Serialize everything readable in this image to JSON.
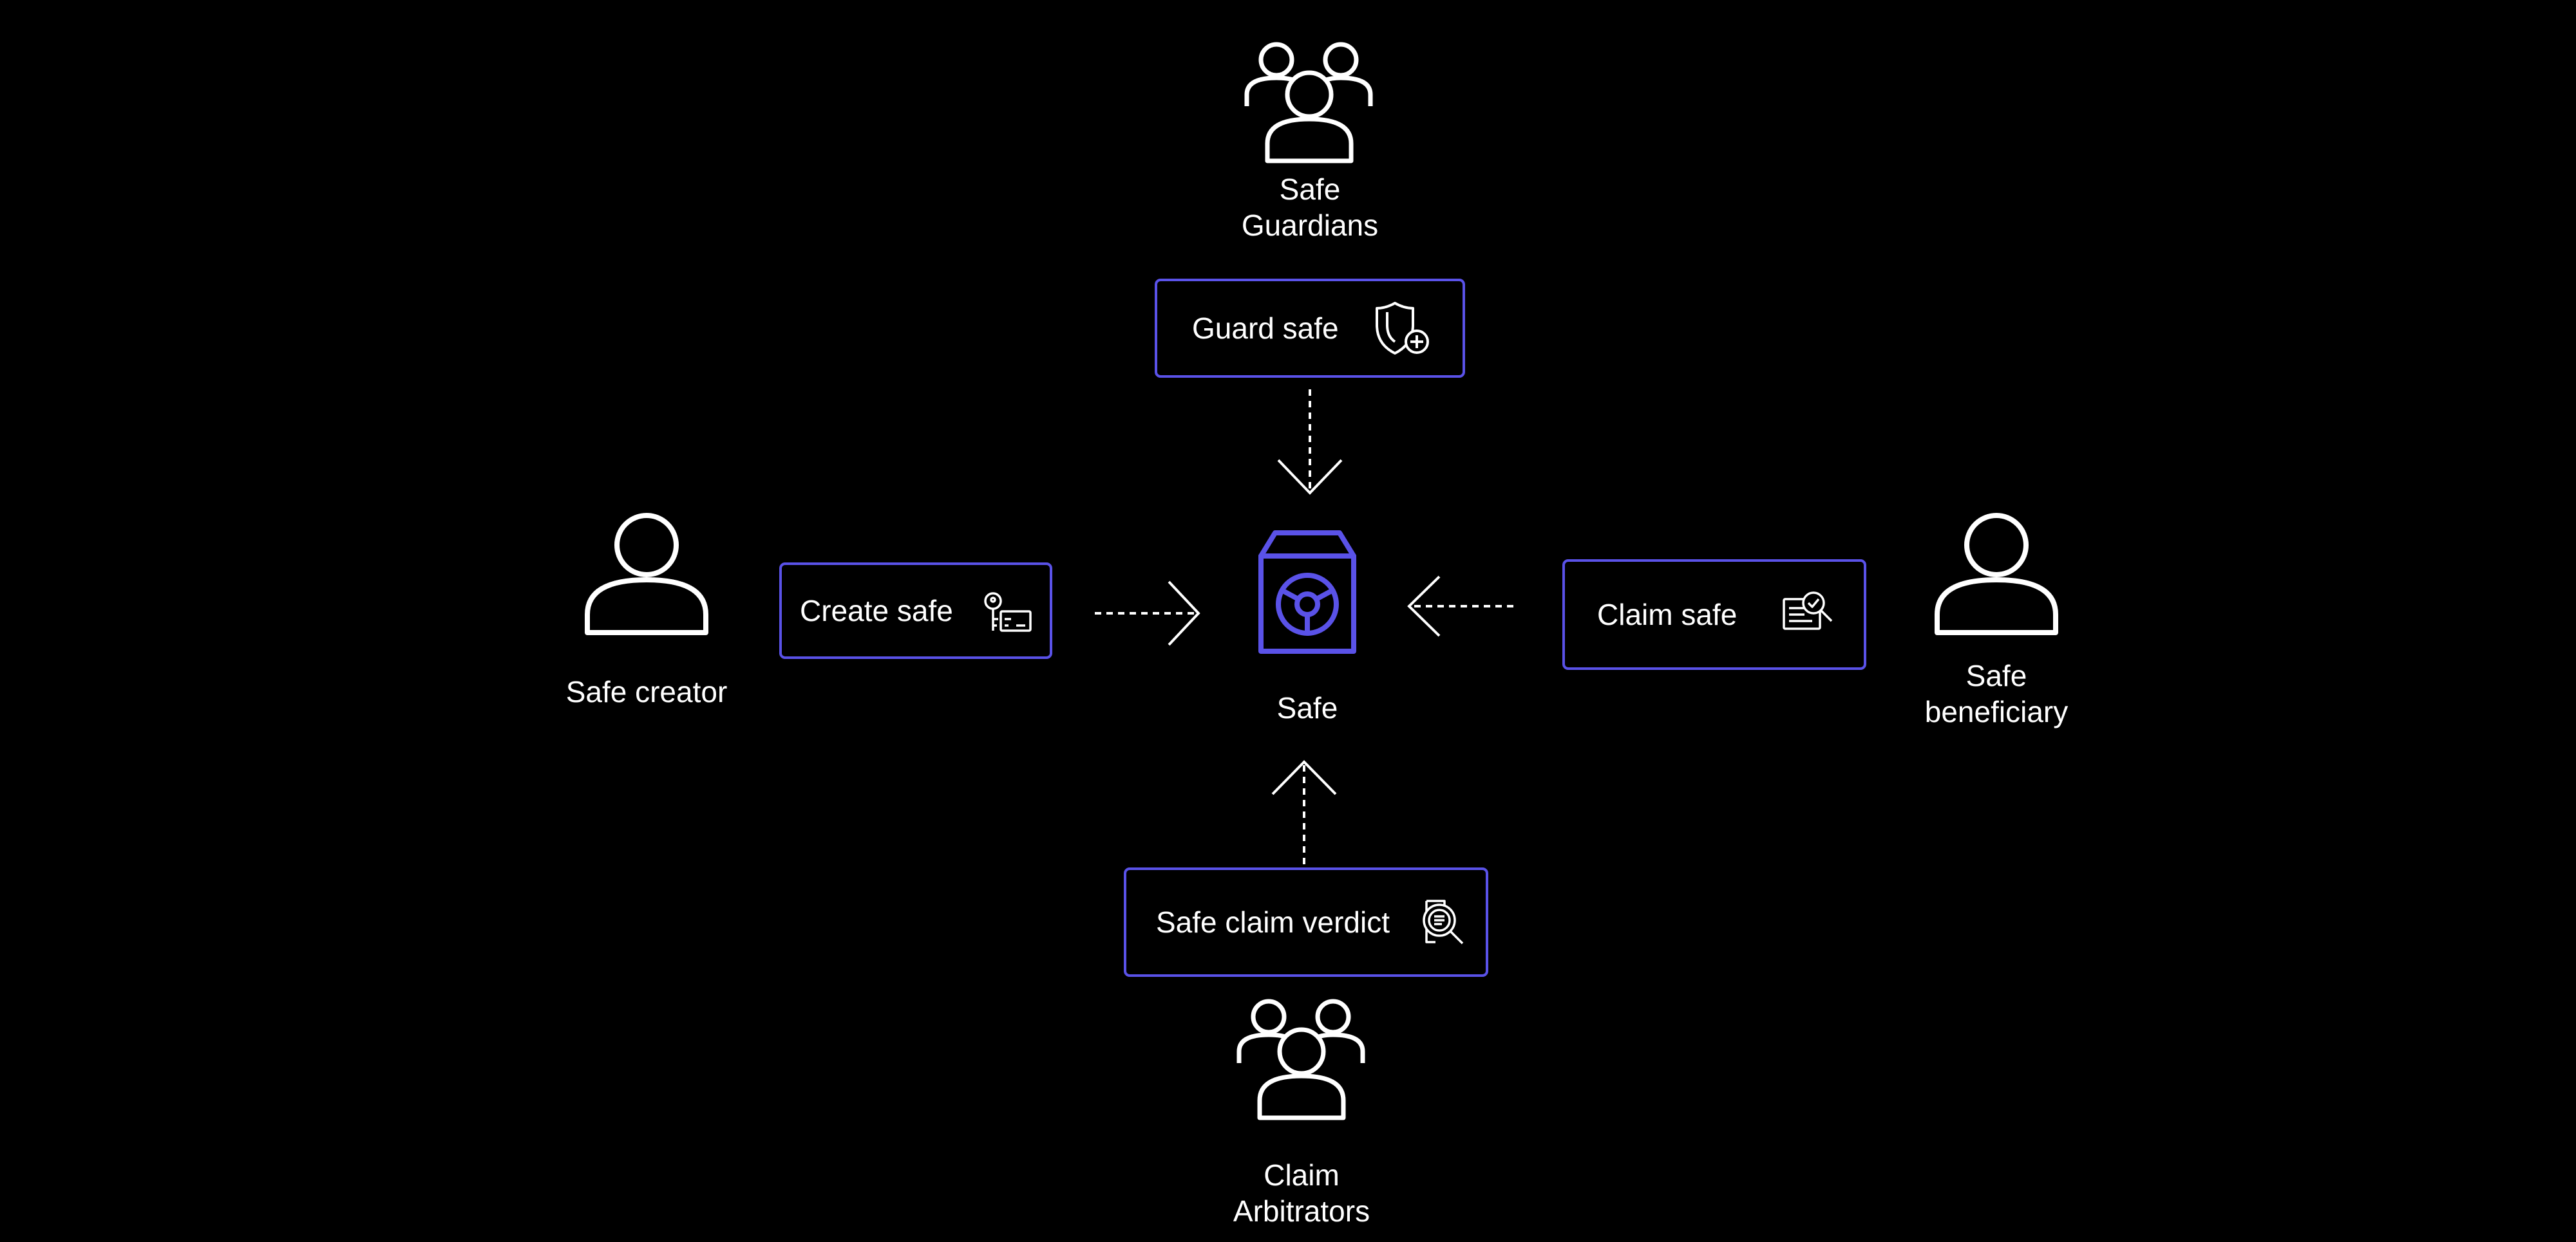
{
  "actors": {
    "guardians": {
      "line1": "Safe",
      "line2": "Guardians"
    },
    "creator": {
      "label": "Safe creator"
    },
    "beneficiary": {
      "line1": "Safe",
      "line2": "beneficiary"
    },
    "arbitrators": {
      "line1": "Claim",
      "line2": "Arbitrators"
    }
  },
  "actions": {
    "guard": {
      "label": "Guard safe",
      "icon": "shield-plus-icon"
    },
    "create": {
      "label": "Create safe",
      "icon": "key-card-icon"
    },
    "claim": {
      "label": "Claim safe",
      "icon": "document-check-icon"
    },
    "verdict": {
      "label": "Safe claim verdict",
      "icon": "document-search-icon"
    }
  },
  "center": {
    "label": "Safe",
    "icon": "vault-icon"
  },
  "colors": {
    "background": "#000000",
    "accent": "#5a52e8",
    "foreground": "#ffffff"
  }
}
